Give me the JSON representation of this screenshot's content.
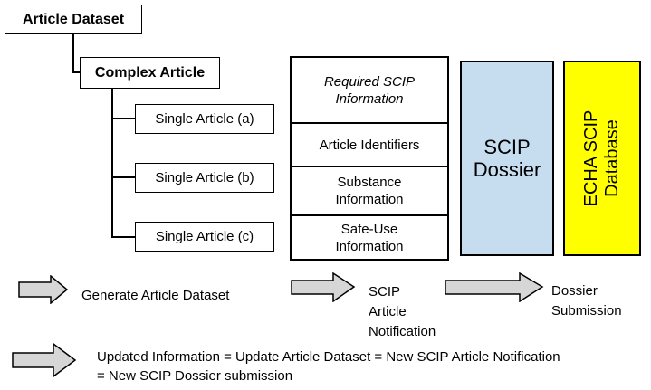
{
  "colors": {
    "arrow_fill": "#d6d6d6",
    "dossier_fill": "#c6ddf0",
    "database_fill": "#ffff00",
    "line": "#000000"
  },
  "tree": {
    "root_label": "Article Dataset",
    "complex_label": "Complex Article",
    "singles": [
      {
        "label": "Single Article (a)"
      },
      {
        "label": "Single Article (b)"
      },
      {
        "label": "Single Article (c)"
      }
    ]
  },
  "info_table": {
    "header": "Required SCIP Information",
    "rows": [
      {
        "label": "Article Identifiers"
      },
      {
        "label": "Substance Information"
      },
      {
        "label": "Safe-Use Information"
      }
    ]
  },
  "dossier": {
    "label": "SCIP Dossier"
  },
  "database": {
    "label": "ECHA SCIP Database"
  },
  "flow_steps": [
    {
      "label": "Generate Article Dataset"
    },
    {
      "label": "SCIP Article Notification"
    },
    {
      "label": "Dossier Submission"
    }
  ],
  "update_note": "Updated Information = Update Article Dataset = New SCIP Article Notification = New SCIP Dossier submission"
}
